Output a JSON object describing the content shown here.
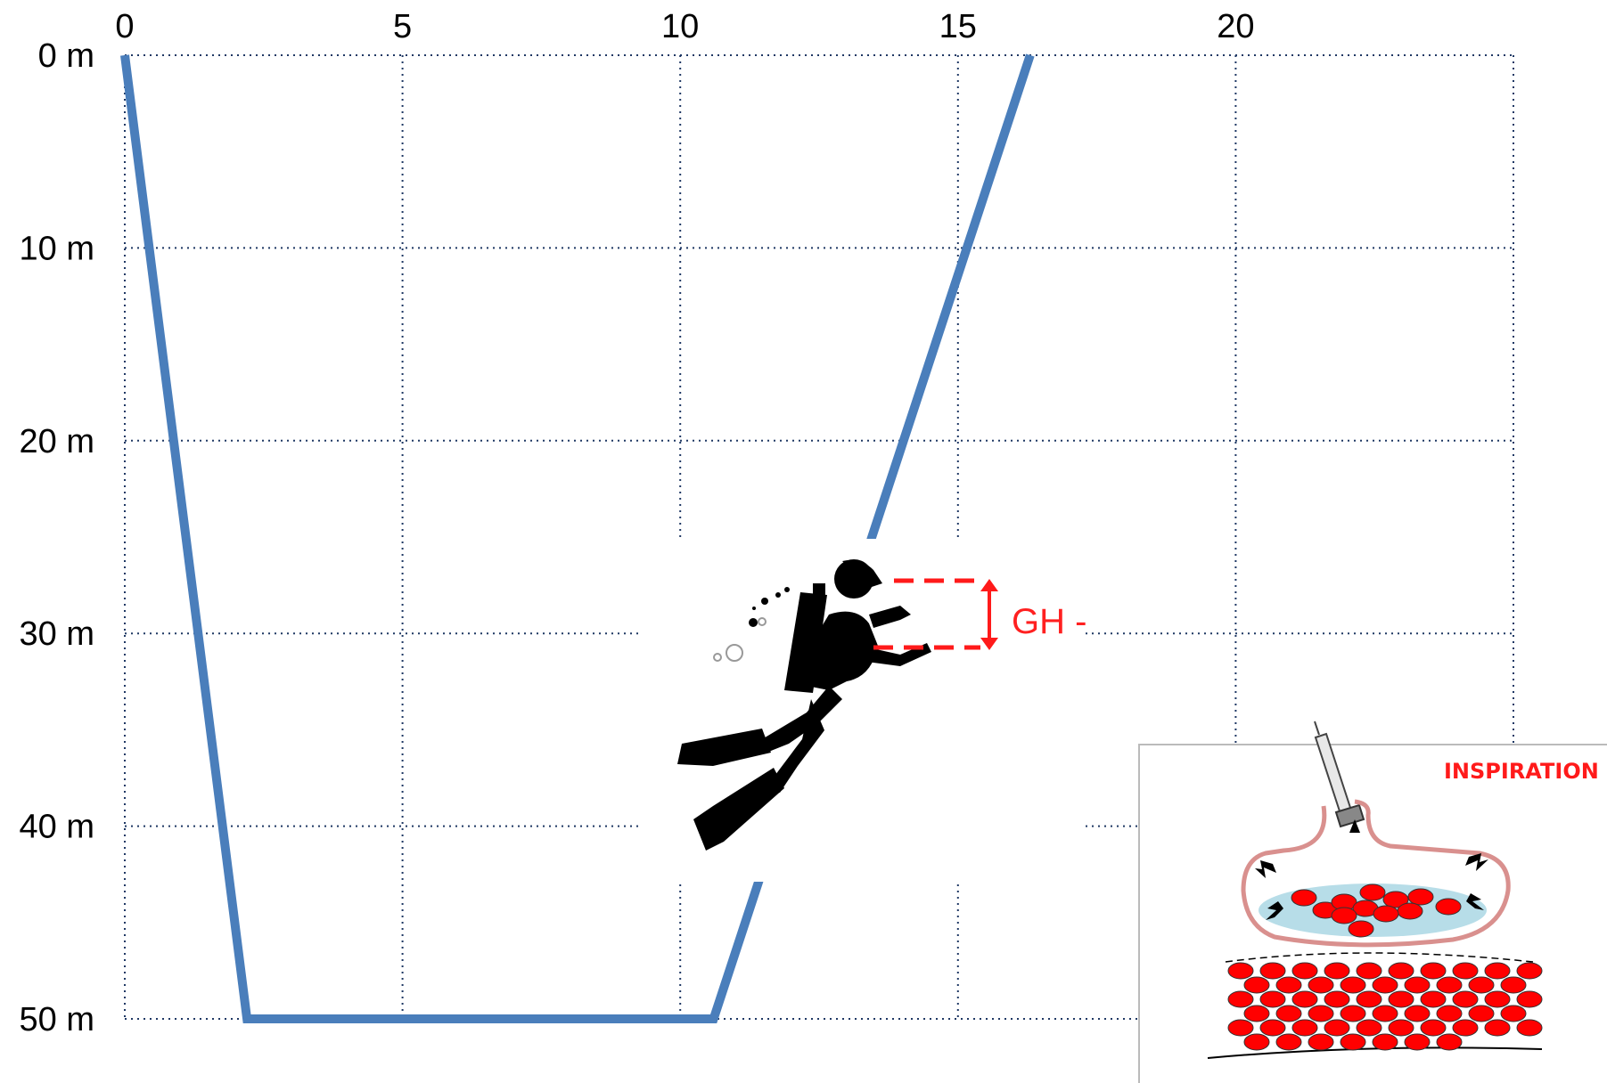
{
  "chart_data": {
    "type": "line",
    "title": "",
    "xlabel": "",
    "ylabel": "",
    "x_ticks": [
      "0",
      "5",
      "10",
      "15",
      "20"
    ],
    "y_ticks": [
      "0 m",
      "10 m",
      "20 m",
      "30 m",
      "40 m",
      "50 m"
    ],
    "xlim": [
      0,
      25
    ],
    "ylim": [
      0,
      50
    ],
    "y_inverted": true,
    "grid": true,
    "series": [
      {
        "x": [
          0,
          2.2,
          10.6,
          16.3
        ],
        "y": [
          0,
          50,
          50,
          0
        ]
      }
    ]
  },
  "annotations": {
    "gh_label": "GH -",
    "inset_label": "INSPIRATION"
  },
  "colors": {
    "profile_line": "#4a7ebb",
    "grid": "#1f3864",
    "annotation_red": "#ff1a1a",
    "alveolus_wall": "#d9908e",
    "fluid": "#b7dde8",
    "cells": "#ff0000"
  },
  "icons": {
    "diver": "scuba-diver-icon",
    "syringe": "syringe-icon",
    "pressure_arrow": "pressure-arrow-icon"
  }
}
